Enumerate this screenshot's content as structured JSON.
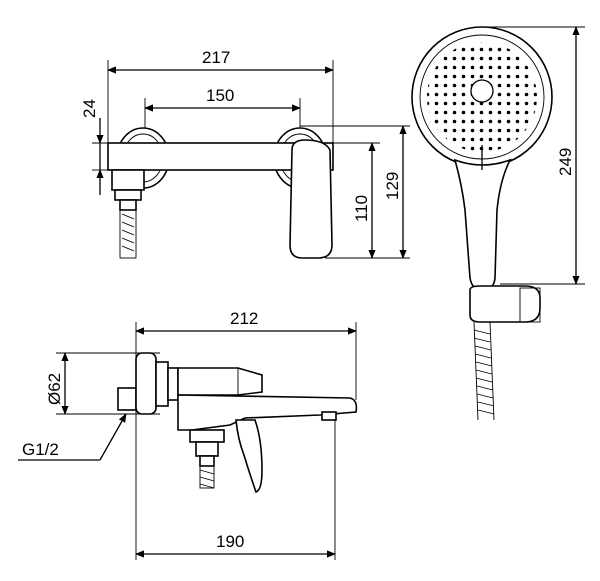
{
  "dimensions": {
    "top_width_total": "217",
    "top_width_centers": "150",
    "top_offset": "24",
    "top_height_handle": "110",
    "top_height_total": "129",
    "shower_height": "249",
    "bottom_width_total": "212",
    "bottom_width_base": "190",
    "rosette_diameter": "Ø62",
    "thread_label": "G1/2"
  }
}
